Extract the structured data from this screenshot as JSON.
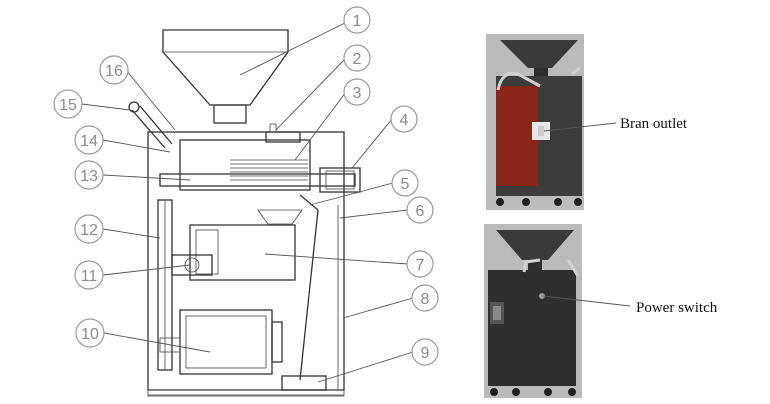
{
  "callouts": [
    {
      "n": "1"
    },
    {
      "n": "2"
    },
    {
      "n": "3"
    },
    {
      "n": "4"
    },
    {
      "n": "5"
    },
    {
      "n": "6"
    },
    {
      "n": "7"
    },
    {
      "n": "8"
    },
    {
      "n": "9"
    },
    {
      "n": "10"
    },
    {
      "n": "11"
    },
    {
      "n": "12"
    },
    {
      "n": "13"
    },
    {
      "n": "14"
    },
    {
      "n": "15"
    },
    {
      "n": "16"
    }
  ],
  "photos": {
    "top_label": "Bran outlet",
    "bottom_label": "Power switch"
  }
}
